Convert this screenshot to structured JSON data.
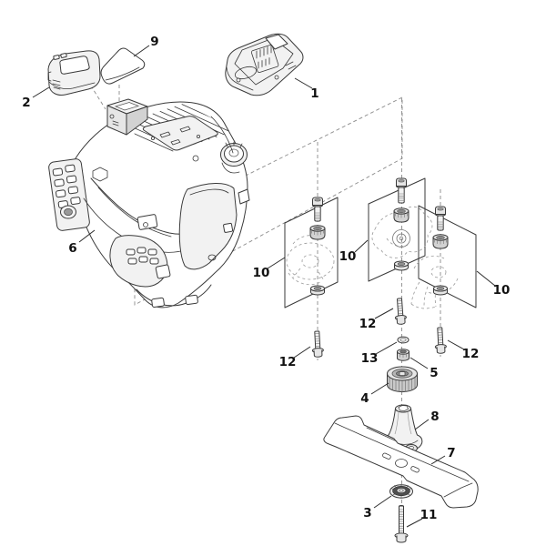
{
  "diagram": {
    "background": "#ffffff",
    "line_color": "#3a3a3a",
    "label_color": "#111111",
    "dash_color": "#8a8a8a"
  },
  "callouts": {
    "c1": {
      "label": "1"
    },
    "c2": {
      "label": "2"
    },
    "c3": {
      "label": "3"
    },
    "c4": {
      "label": "4"
    },
    "c5": {
      "label": "5"
    },
    "c6": {
      "label": "6"
    },
    "c7": {
      "label": "7"
    },
    "c8": {
      "label": "8"
    },
    "c9": {
      "label": "9"
    },
    "c10_left": {
      "label": "10"
    },
    "c10_middle": {
      "label": "10"
    },
    "c10_right": {
      "label": "10"
    },
    "c11": {
      "label": "11"
    },
    "c12_left": {
      "label": "12"
    },
    "c12_middle": {
      "label": "12"
    },
    "c12_right": {
      "label": "12"
    },
    "c13": {
      "label": "13"
    }
  }
}
